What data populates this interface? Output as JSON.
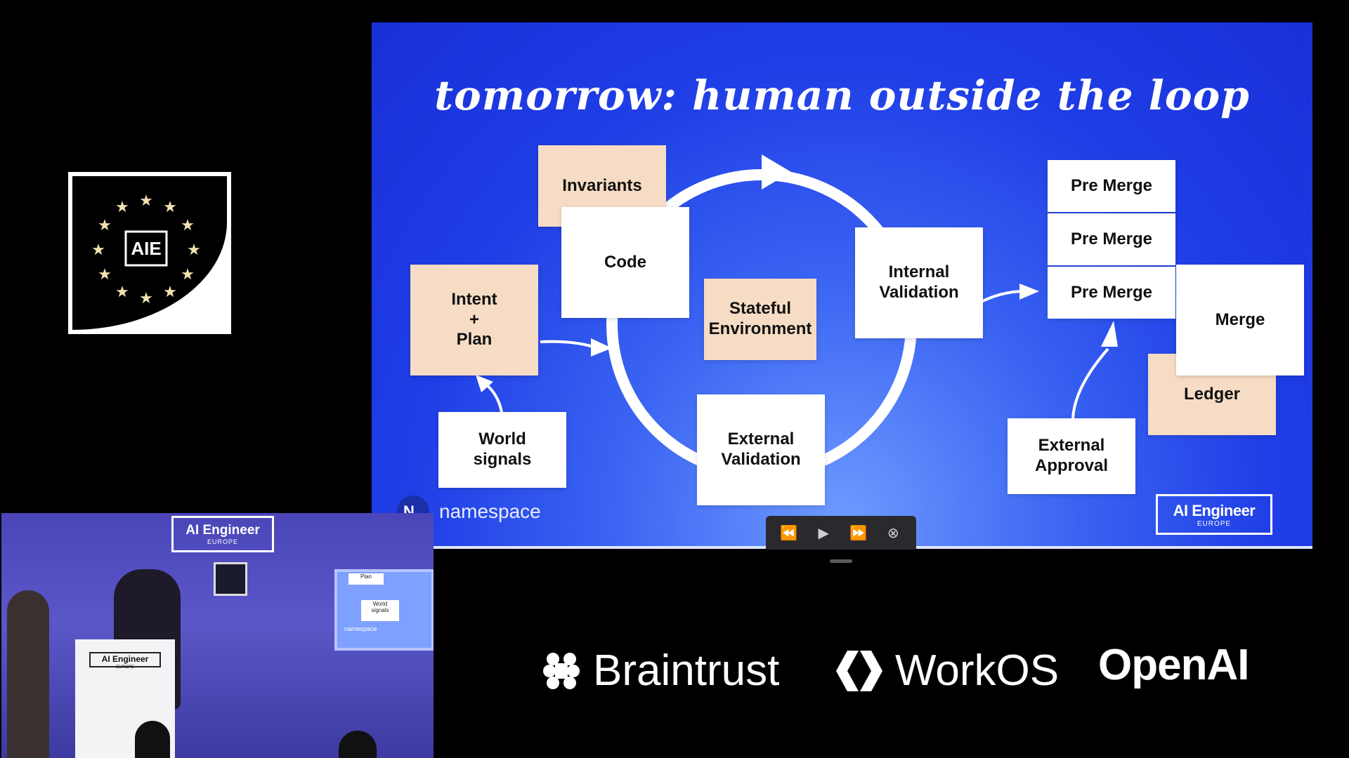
{
  "conference_logo": {
    "text": "AIE"
  },
  "slide": {
    "title": "tomorrow: human outside the loop",
    "boxes": {
      "invariants": "Invariants",
      "code": "Code",
      "intent_plan": "Intent\n+\nPlan",
      "world_signals": "World\nsignals",
      "stateful_env": "Stateful\nEnvironment",
      "internal_validation": "Internal\nValidation",
      "external_validation": "External\nValidation",
      "pre_merge_1": "Pre Merge",
      "pre_merge_2": "Pre Merge",
      "pre_merge_3": "Pre Merge",
      "merge": "Merge",
      "ledger": "Ledger",
      "external_approval": "External\nApproval"
    },
    "footer_logo": "namespace",
    "footer_logo_mark": "N_",
    "badge": {
      "title": "AI Engineer",
      "subtitle": "EUROPE"
    },
    "colors": {
      "background": "#1f3ee6",
      "peach": "#f6dcc4",
      "box": "#ffffff"
    }
  },
  "player": {
    "rewind": "⏪",
    "play": "▶",
    "forward": "⏩",
    "close": "⊗"
  },
  "camera": {
    "panel_title": "AI Engineer",
    "panel_subtitle": "EUROPE",
    "podium_title": "AI Engineer",
    "podium_subtitle": "EUROPE",
    "screen_plan": "Plan",
    "screen_world": "World\nsignals",
    "screen_logo": "namespace"
  },
  "sponsors": [
    {
      "name": "Braintrust"
    },
    {
      "name": "WorkOS"
    },
    {
      "name": "OpenAI"
    }
  ]
}
